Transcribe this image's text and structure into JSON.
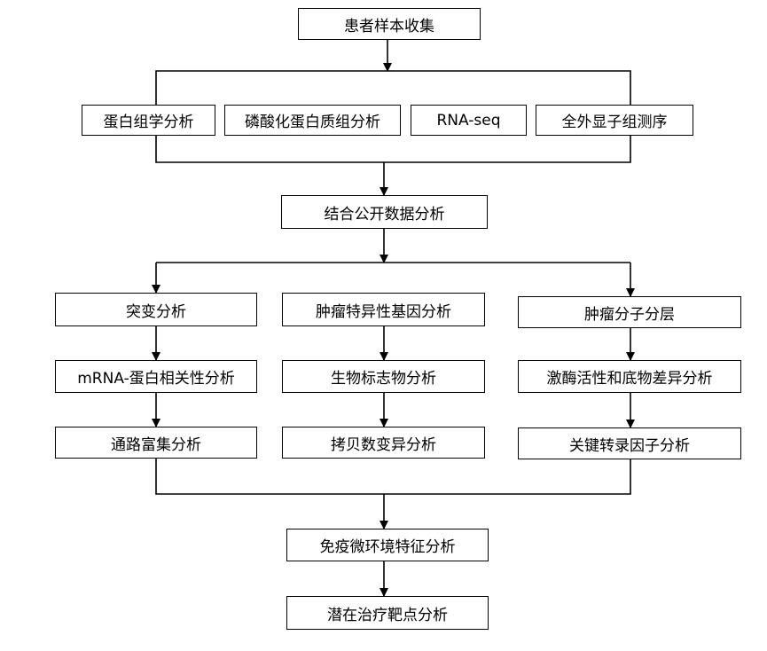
{
  "nodes": {
    "sample": "患者样本收集",
    "proteomics": "蛋白组学分析",
    "phospho": "磷酸化蛋白质组分析",
    "rnaseq": "RNA-seq",
    "wes": "全外显子组测序",
    "public": "结合公开数据分析",
    "mutation": "突变分析",
    "specific_gene": "肿瘤特异性基因分析",
    "subtype": "肿瘤分子分层",
    "mrna_protein": "mRNA-蛋白相关性分析",
    "biomarker": "生物标志物分析",
    "kinase": "激酶活性和底物差异分析",
    "pathway": "通路富集分析",
    "cnv": "拷贝数变异分析",
    "tf": "关键转录因子分析",
    "immune": "免疫微环境特征分析",
    "target": "潜在治疗靶点分析"
  }
}
